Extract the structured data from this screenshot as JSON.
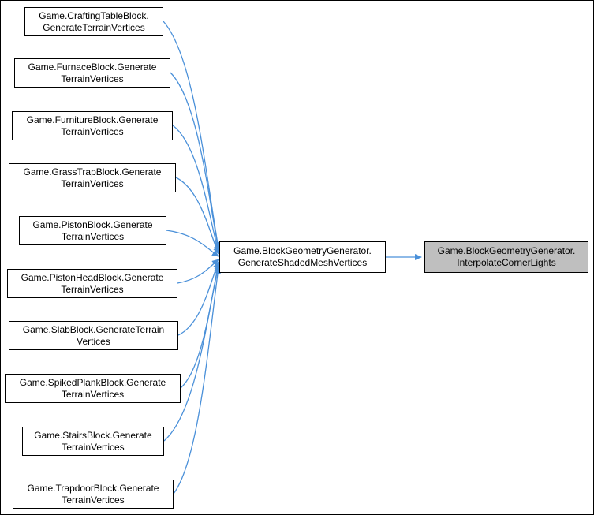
{
  "graph": {
    "type": "call-graph",
    "callers": [
      {
        "line1": "Game.CraftingTableBlock.",
        "line2": "GenerateTerrainVertices"
      },
      {
        "line1": "Game.FurnaceBlock.Generate",
        "line2": "TerrainVertices"
      },
      {
        "line1": "Game.FurnitureBlock.Generate",
        "line2": "TerrainVertices"
      },
      {
        "line1": "Game.GrassTrapBlock.Generate",
        "line2": "TerrainVertices"
      },
      {
        "line1": "Game.PistonBlock.Generate",
        "line2": "TerrainVertices"
      },
      {
        "line1": "Game.PistonHeadBlock.Generate",
        "line2": "TerrainVertices"
      },
      {
        "line1": "Game.SlabBlock.GenerateTerrain",
        "line2": "Vertices"
      },
      {
        "line1": "Game.SpikedPlankBlock.Generate",
        "line2": "TerrainVertices"
      },
      {
        "line1": "Game.StairsBlock.Generate",
        "line2": "TerrainVertices"
      },
      {
        "line1": "Game.TrapdoorBlock.Generate",
        "line2": "TerrainVertices"
      }
    ],
    "center": {
      "line1": "Game.BlockGeometryGenerator.",
      "line2": "GenerateShadedMeshVertices"
    },
    "callee": {
      "line1": "Game.BlockGeometryGenerator.",
      "line2": "InterpolateCornerLights"
    },
    "edges": "all callers point to center; center points to callee",
    "colors": {
      "edge_color": "#4a90d9",
      "target_fill": "#bfbfbf",
      "node_fill": "#ffffff",
      "border_color": "#000000",
      "bg": "#ffffff"
    }
  }
}
